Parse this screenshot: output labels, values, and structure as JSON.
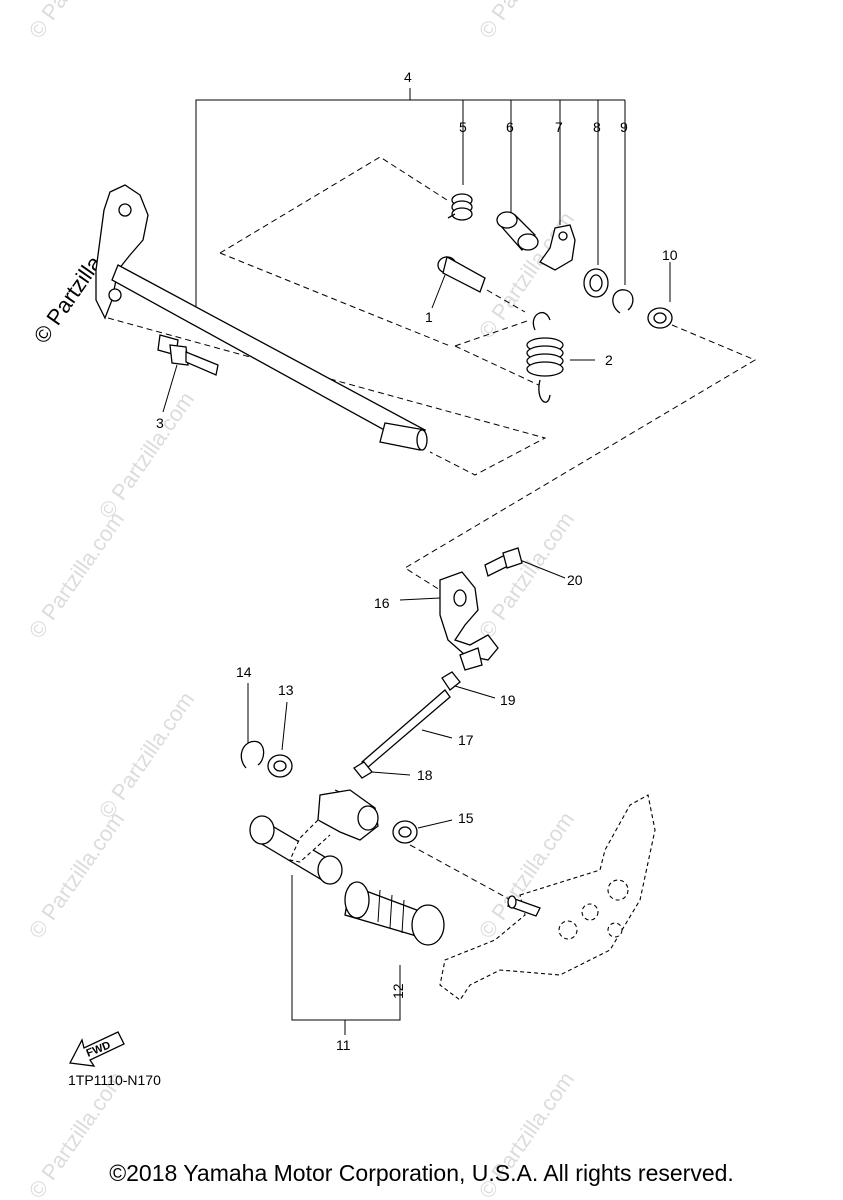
{
  "watermark": {
    "text": "© Partzilla.com"
  },
  "diagram": {
    "callouts": [
      "1",
      "2",
      "3",
      "4",
      "5",
      "6",
      "7",
      "8",
      "9",
      "10",
      "11",
      "12",
      "13",
      "14",
      "15",
      "16",
      "17",
      "18",
      "19",
      "20"
    ],
    "direction_label": "FWD",
    "code": "1TP1110-N170"
  },
  "footer": {
    "copyright": "©2018 Yamaha Motor Corporation, U.S.A. All rights reserved."
  }
}
